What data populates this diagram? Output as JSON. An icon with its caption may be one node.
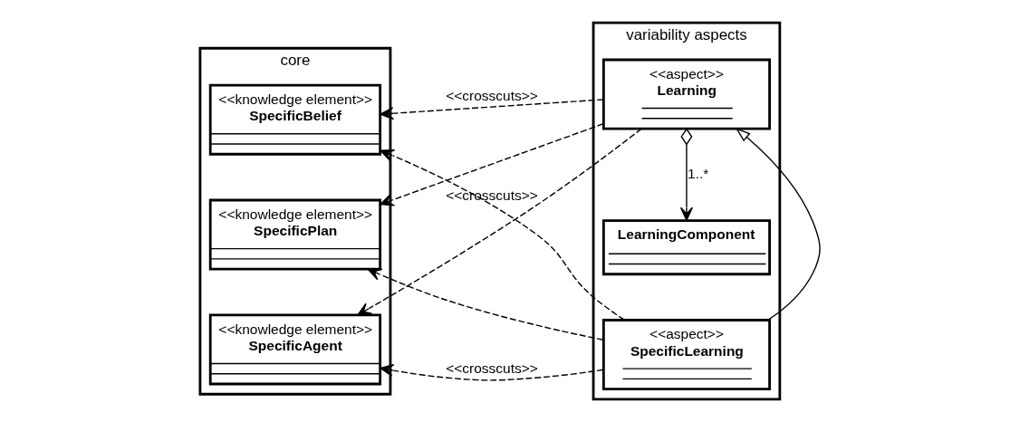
{
  "diagram": {
    "nodes": [
      {
        "text": [
          "core"
        ]
      },
      {
        "text": [
          "<<knowledge element>>",
          "SpecificBelief"
        ],
        "in": 0
      },
      {
        "text": [
          "<<knowledge element>>",
          "SpecificPlan"
        ],
        "in": 0
      },
      {
        "text": [
          "<<knowledge element>>",
          "SpecificAgent"
        ],
        "in": 0
      },
      {
        "text": [
          "variability aspects"
        ]
      },
      {
        "text": [
          "<<aspect>>",
          "Learning"
        ],
        "in": 4
      },
      {
        "text": [
          "LearningComponent"
        ],
        "in": 4
      },
      {
        "text": [
          "<<aspect>>",
          "SpecificLearning"
        ],
        "in": 4
      }
    ],
    "edges": [
      {
        "from": 5,
        "to": 1,
        "arrow": "to",
        "style": "dashed",
        "label": "<<crosscuts>>"
      },
      {
        "from": 5,
        "to": 2,
        "arrow": "to",
        "style": "dashed"
      },
      {
        "from": 5,
        "to": 3,
        "arrow": "to",
        "style": "dashed",
        "label": "<<crosscuts>>"
      },
      {
        "from": 7,
        "to": 1,
        "arrow": "to",
        "style": "dashed"
      },
      {
        "from": 7,
        "to": 2,
        "arrow": "to",
        "style": "dashed"
      },
      {
        "from": 7,
        "to": 3,
        "arrow": "to",
        "style": "dashed",
        "label": "<<crosscuts>>"
      },
      {
        "from": 5,
        "to": 6,
        "arrow": "to",
        "label": "1..*"
      },
      {
        "from": 7,
        "to": 5,
        "arrow": "to"
      }
    ]
  }
}
